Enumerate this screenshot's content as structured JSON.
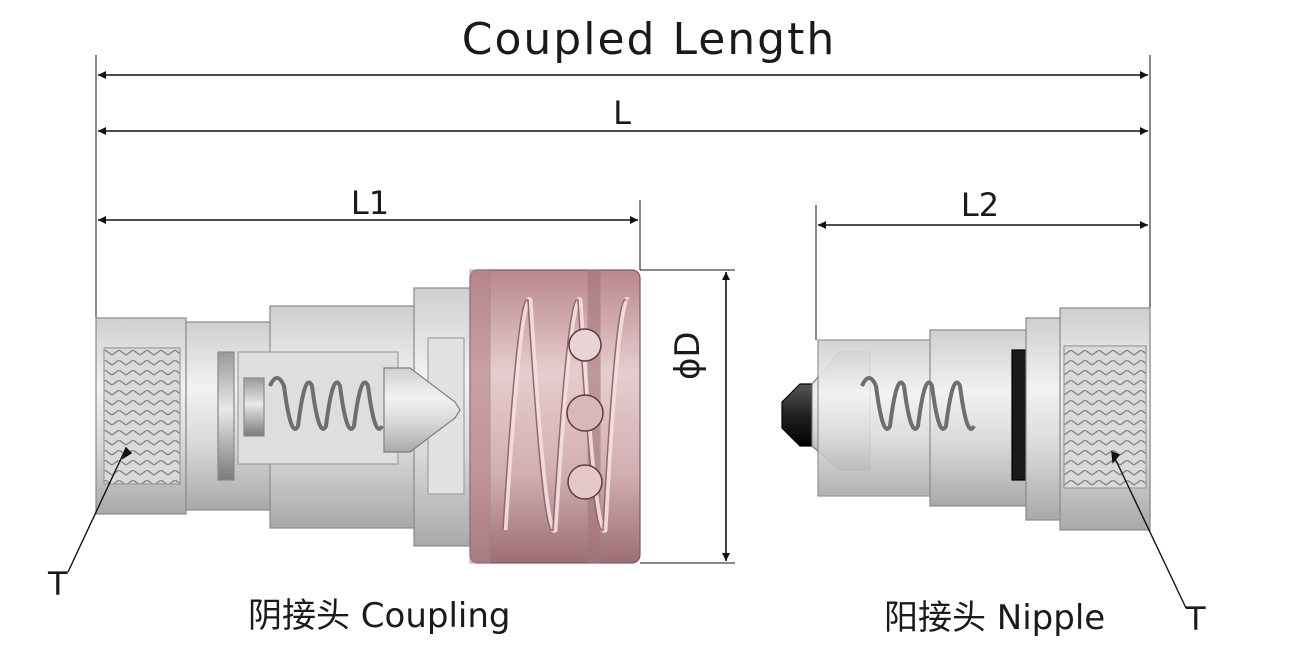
{
  "title": "Coupled Length",
  "dimensions": {
    "total": "L",
    "coupling_length": "L1",
    "nipple_length": "L2",
    "diameter": "ϕD"
  },
  "captions": {
    "coupling": "阴接头 Coupling",
    "nipple": "阳接头 Nipple"
  },
  "thread_labels": {
    "left": "T",
    "right": "T"
  },
  "colors": {
    "metal_light": "#e6e6e6",
    "metal_mid": "#c4c4c4",
    "metal_dark": "#8e8e8e",
    "sleeve": "#c9a3a6",
    "line": "#111111",
    "background": "#ffffff"
  }
}
